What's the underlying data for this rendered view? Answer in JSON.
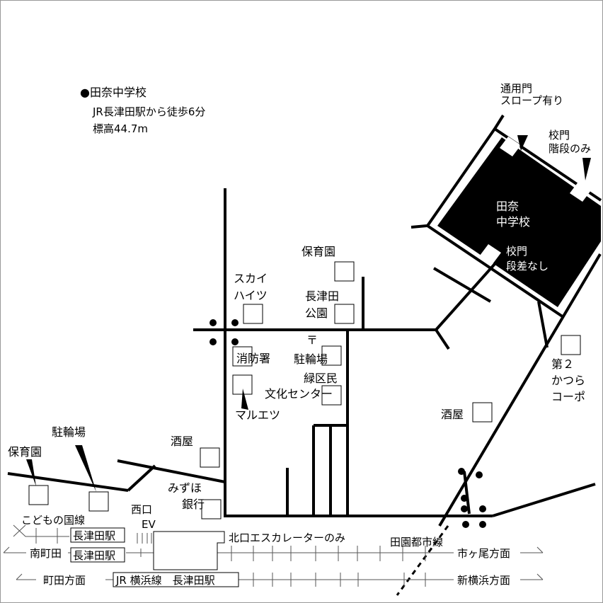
{
  "info": {
    "title": "●田奈中学校",
    "access": "JR長津田駅から徒歩6分",
    "elevation": "標高44.7m"
  },
  "school": {
    "name1": "田奈",
    "name2": "中学校",
    "gate_main_1": "通用門",
    "gate_main_2": "スロープ有り",
    "gate_stairs_1": "校門",
    "gate_stairs_2": "階段のみ",
    "gate_flat_1": "校門",
    "gate_flat_2": "段差なし"
  },
  "landmarks": {
    "nursery_center": "保育園",
    "sky_1": "スカイ",
    "sky_2": "ハイツ",
    "park_1": "長津田",
    "park_2": "公園",
    "post": "〒",
    "fire": "消防署",
    "bike_center": "駐輪場",
    "culture_1": "緑区民",
    "culture_2": "文化センター",
    "maruetsu": "マルエツ",
    "liquor_left": "酒屋",
    "bank_1": "みずほ",
    "bank_2": "銀行",
    "nursery_left": "保育園",
    "bike_left": "駐輪場",
    "liquor_right": "酒屋",
    "kopo_1": "第２",
    "kopo_2": "かつら",
    "kopo_3": "コーポ"
  },
  "rail": {
    "kodomo_line": "こどもの国線",
    "west_ev_1": "西口",
    "west_ev_2": "EV",
    "station_kodomo": "長津田駅",
    "station_denen": "長津田駅",
    "minami": "南町田",
    "north_exit": "北口エスカレーターのみ",
    "denen_line": "田園都市線",
    "ichigao": "市ヶ尾方面",
    "machida": "町田方面",
    "jr_station": "JR 横浜線　長津田駅",
    "shinyoko": "新横浜方面"
  }
}
